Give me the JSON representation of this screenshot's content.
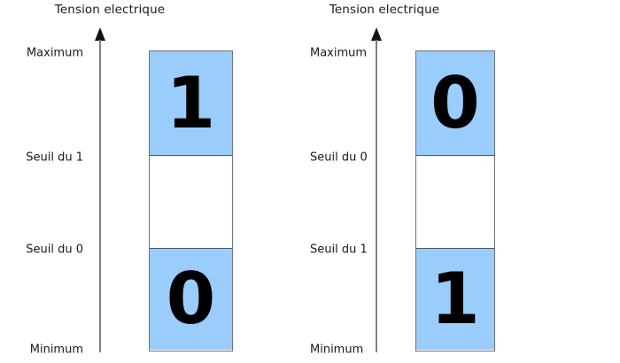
{
  "diagram": {
    "title": "Tension electrique",
    "colors": {
      "fill": "#9ACDFB",
      "outline": "#6b7280",
      "axis": "#808080",
      "text": "#1a1a1a",
      "background": "#ffffff"
    },
    "panels": [
      {
        "id": "panel-positive-logic",
        "axis_title": "Tension electrique",
        "tick_labels": [
          {
            "text": "Maximum",
            "position": "top"
          },
          {
            "text": "Seuil du 1",
            "position": "upper-threshold"
          },
          {
            "text": "Seuil du 0",
            "position": "lower-threshold"
          },
          {
            "text": "Minimum",
            "position": "bottom"
          }
        ],
        "bands": [
          {
            "name": "band-upper",
            "digit": "1",
            "filled": true
          },
          {
            "name": "band-middle",
            "digit": "",
            "filled": false
          },
          {
            "name": "band-lower",
            "digit": "0",
            "filled": true
          }
        ]
      },
      {
        "id": "panel-negative-logic",
        "axis_title": "Tension electrique",
        "tick_labels": [
          {
            "text": "Maximum",
            "position": "top"
          },
          {
            "text": "Seuil du 0",
            "position": "upper-threshold"
          },
          {
            "text": "Seuil du 1",
            "position": "lower-threshold"
          },
          {
            "text": "Minimum",
            "position": "bottom"
          }
        ],
        "bands": [
          {
            "name": "band-upper",
            "digit": "0",
            "filled": true
          },
          {
            "name": "band-middle",
            "digit": "",
            "filled": false
          },
          {
            "name": "band-lower",
            "digit": "1",
            "filled": true
          }
        ]
      }
    ]
  }
}
